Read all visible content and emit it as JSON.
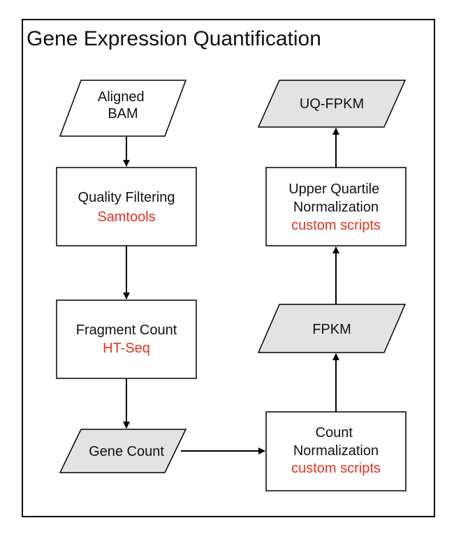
{
  "title": "Gene Expression Quantification",
  "colors": {
    "text": "#111111",
    "tool": "#e8321e",
    "data_fill": "#e3e3e3",
    "input_fill": "#ffffff",
    "stroke": "#000000"
  },
  "nodes": {
    "aligned_bam": {
      "lines": [
        "Aligned",
        "BAM"
      ]
    },
    "quality_filtering": {
      "lines": [
        "Quality Filtering"
      ],
      "tool": [
        "Samtools"
      ]
    },
    "fragment_count": {
      "lines": [
        "Fragment Count"
      ],
      "tool": [
        "HT-Seq"
      ]
    },
    "gene_count": {
      "lines": [
        "Gene Count"
      ]
    },
    "count_normalization": {
      "lines": [
        "Count",
        "Normalization"
      ],
      "tool": [
        "custom scripts"
      ]
    },
    "fpkm": {
      "lines": [
        "FPKM"
      ]
    },
    "upper_quartile_normalization": {
      "lines": [
        "Upper Quartile",
        "Normalization"
      ],
      "tool": [
        "custom scripts"
      ]
    },
    "uq_fpkm": {
      "lines": [
        "UQ-FPKM"
      ]
    }
  }
}
